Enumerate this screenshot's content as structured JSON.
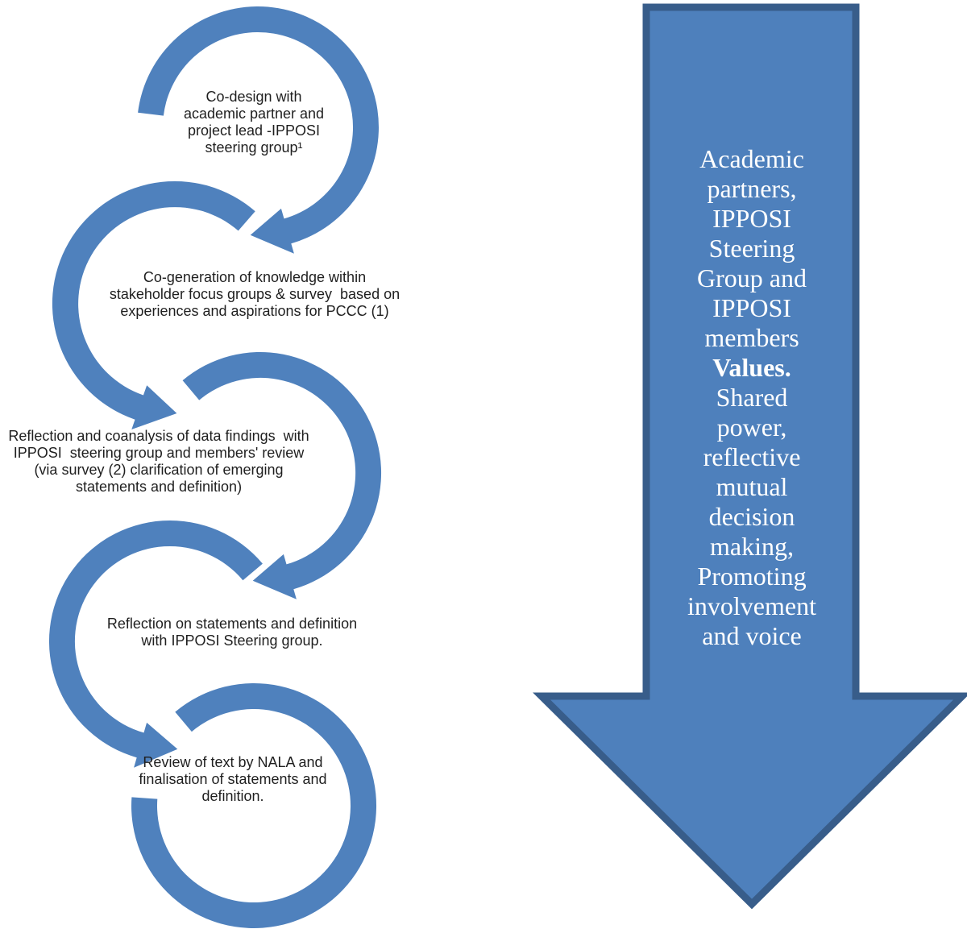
{
  "colors": {
    "shape_blue": "#4F81BD",
    "arrow_fill": "#4E80BC",
    "arrow_border": "#385D8A",
    "step_text": "#1f1f1f",
    "arrow_text": "#ffffff",
    "background": "#ffffff"
  },
  "steps": [
    {
      "lines": [
        "Co-design with",
        "academic partner and",
        "project lead -IPPOSI",
        "steering group¹"
      ]
    },
    {
      "lines": [
        "Co-generation of knowledge within",
        "stakeholder focus groups & survey  based on",
        "experiences and aspirations for PCCC (1)"
      ]
    },
    {
      "lines": [
        "Reflection and coanalysis of data findings  with",
        "IPPOSI  steering group and members' review",
        "(via survey (2) clarification of emerging",
        "statements and definition)"
      ]
    },
    {
      "lines": [
        "Reflection on statements and definition",
        "with IPPOSI Steering group."
      ]
    },
    {
      "lines": [
        "Review of text by NALA and",
        "finalisation of statements and",
        "definition."
      ]
    }
  ],
  "arrow": {
    "lines": [
      "Academic",
      "partners,",
      "IPPOSI",
      "Steering",
      "Group and",
      "IPPOSI",
      "members",
      "Values.",
      "Shared",
      "power,",
      "reflective",
      "mutual",
      "decision",
      "making,",
      "Promoting",
      "involvement",
      "and voice"
    ],
    "bold_lines": [
      "Values."
    ]
  }
}
